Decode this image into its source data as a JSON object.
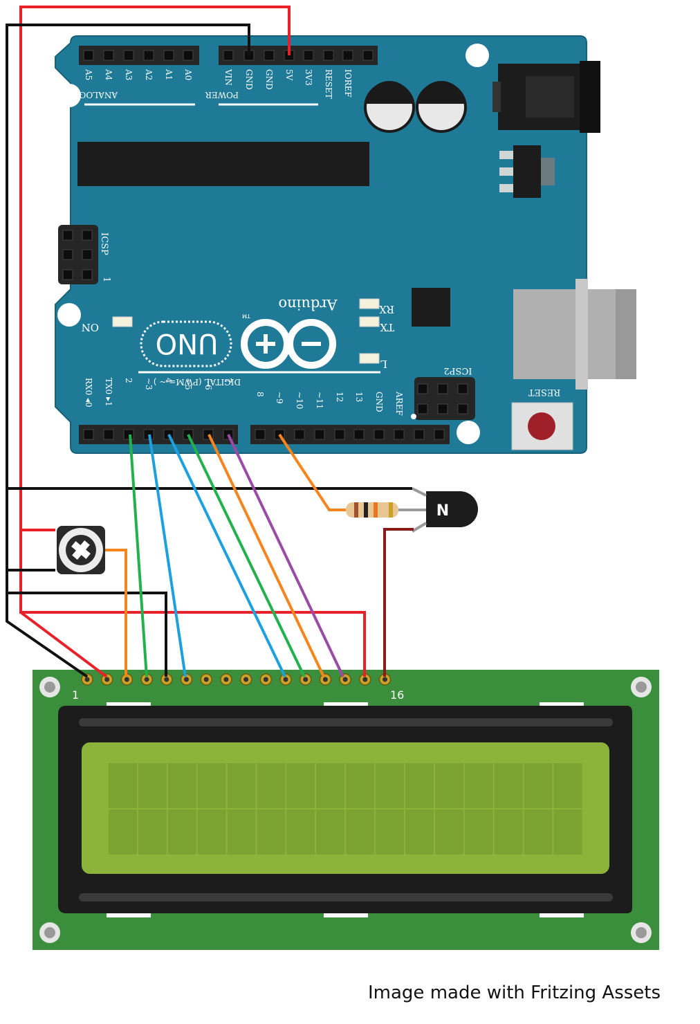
{
  "caption": "Image made with Fritzing Assets",
  "arduino": {
    "brand": "Arduino",
    "model": "UNO",
    "trademark": "TM",
    "analog_header_label": "ANALOG IN",
    "power_header_label": "POWER",
    "digital_header_label": "DIGITAL (PWM= ~ )",
    "icsp_label": "ICSP",
    "icsp2_label": "ICSP2",
    "icsp_pin1": "1",
    "analog_pins": [
      "A5",
      "A4",
      "A3",
      "A2",
      "A1",
      "A0"
    ],
    "power_pins": [
      "VIN",
      "GND",
      "GND",
      "5V",
      "3V3",
      "RESET",
      "IOREF"
    ],
    "digital_low_pins": [
      "RX0 ◂0",
      "TX0 ▸1",
      "2",
      "~3",
      "4",
      "~5",
      "~6",
      "7"
    ],
    "digital_high_pins": [
      "8",
      "~9",
      "~10",
      "~11",
      "12",
      "13",
      "GND",
      "AREF"
    ],
    "leds": {
      "rx": "RX",
      "tx": "TX",
      "l": "L",
      "on": "ON"
    },
    "reset_label": "RESET"
  },
  "lcd": {
    "pin_first_label": "1",
    "pin_last_label": "16",
    "columns": 16,
    "rows": 2
  },
  "colors": {
    "board": "#1f7a97",
    "lcd_board": "#3b8e3b",
    "lcd_screen": "#8cb43a",
    "wire_red": "#e8212a",
    "wire_black": "#111111",
    "wire_green": "#22b14c",
    "wire_blue": "#1ea0e0",
    "wire_orange": "#f7851f",
    "wire_purple": "#9b4aa6",
    "wire_darkred": "#8b1a1a"
  }
}
